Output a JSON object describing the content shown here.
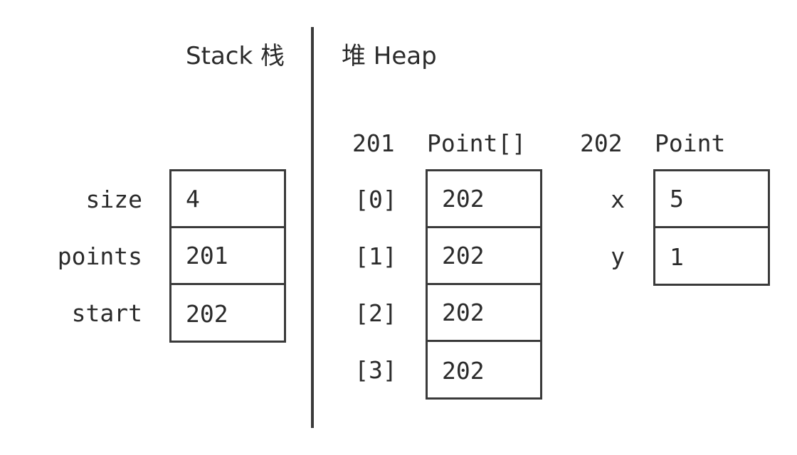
{
  "stack": {
    "heading": "Stack 栈",
    "variables": [
      {
        "name": "size",
        "value": "4"
      },
      {
        "name": "points",
        "value": "201"
      },
      {
        "name": "start",
        "value": "202"
      }
    ]
  },
  "heap": {
    "heading": "堆 Heap",
    "objects": [
      {
        "address": "201",
        "type": "Point[]",
        "fields": [
          {
            "name": "[0]",
            "value": "202"
          },
          {
            "name": "[1]",
            "value": "202"
          },
          {
            "name": "[2]",
            "value": "202"
          },
          {
            "name": "[3]",
            "value": "202"
          }
        ]
      },
      {
        "address": "202",
        "type": "Point",
        "fields": [
          {
            "name": "x",
            "value": "5"
          },
          {
            "name": "y",
            "value": "1"
          }
        ]
      }
    ]
  }
}
